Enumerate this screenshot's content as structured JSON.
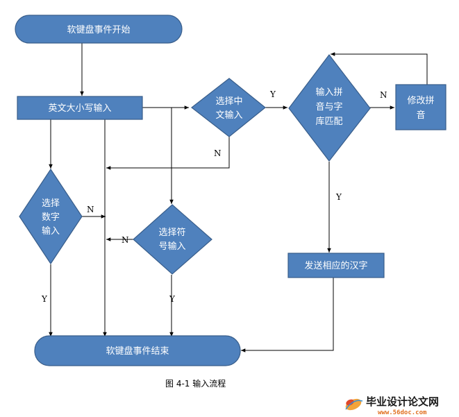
{
  "diagram": {
    "nodes": {
      "start": {
        "label": "软键盘事件开始"
      },
      "case_input": {
        "label": "英文大小写输入"
      },
      "choose_cn": {
        "lines": [
          "选择中",
          "文输入"
        ]
      },
      "pinyin_match": {
        "lines": [
          "输入拼",
          "音与字",
          "库匹配"
        ]
      },
      "modify_pinyin": {
        "lines": [
          "修改拼",
          "音"
        ]
      },
      "choose_digit": {
        "lines": [
          "选择",
          "数字",
          "输入"
        ]
      },
      "choose_symbol": {
        "lines": [
          "选择符",
          "号输入"
        ]
      },
      "send_char": {
        "label": "发送相应的汉字"
      },
      "end": {
        "label": "软键盘事件结束"
      }
    },
    "edge_labels": {
      "cn_yes": "Y",
      "cn_no": "N",
      "match_no": "N",
      "match_yes": "Y",
      "digit_no": "N",
      "digit_yes": "Y",
      "symbol_no": "N",
      "symbol_yes": "Y"
    },
    "caption": "图 4-1 输入流程"
  },
  "watermark": {
    "text": "毕业设计论文网",
    "url": "www.56doc.com"
  },
  "colors": {
    "node_fill": "#4F81BD",
    "node_stroke": "#385D8A",
    "edge": "#000000"
  }
}
